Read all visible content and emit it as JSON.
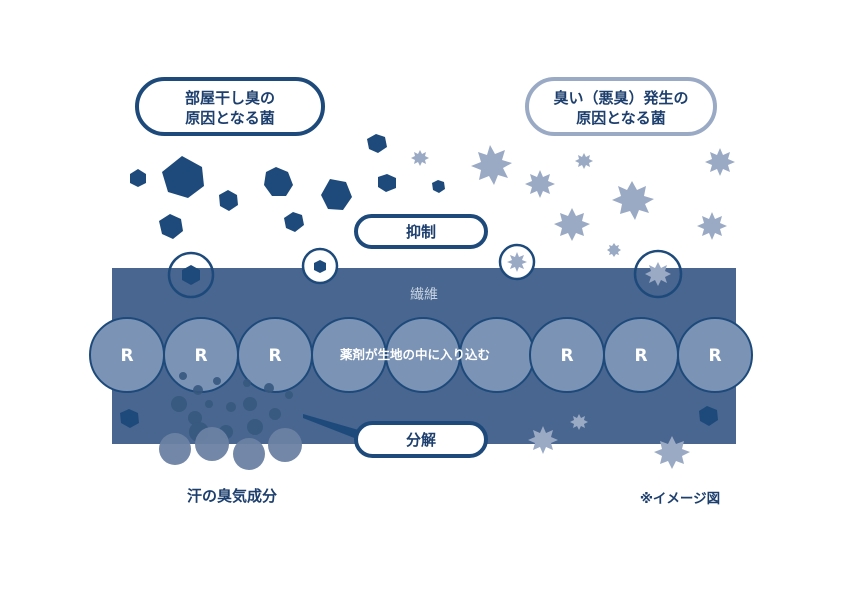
{
  "labels": {
    "room_dry_line1": "部屋干し臭の",
    "room_dry_line2": "原因となる菌",
    "bad_odor_line1": "臭い（悪臭）発生の",
    "bad_odor_line2": "原因となる菌",
    "suppress": "抑制",
    "fiber": "繊維",
    "agent": "薬剤が生地の中に入り込む",
    "decompose": "分解",
    "sweat": "汗の臭気成分",
    "note": "※イメージ図",
    "r_mark": "R"
  },
  "colors": {
    "dark_navy": "#1d4a7a",
    "fiber_band": "#48668f",
    "fiber_circle": "#7b93b5",
    "light_germ": "#9aaac5",
    "sweat_drop": "#3a5d8a"
  }
}
